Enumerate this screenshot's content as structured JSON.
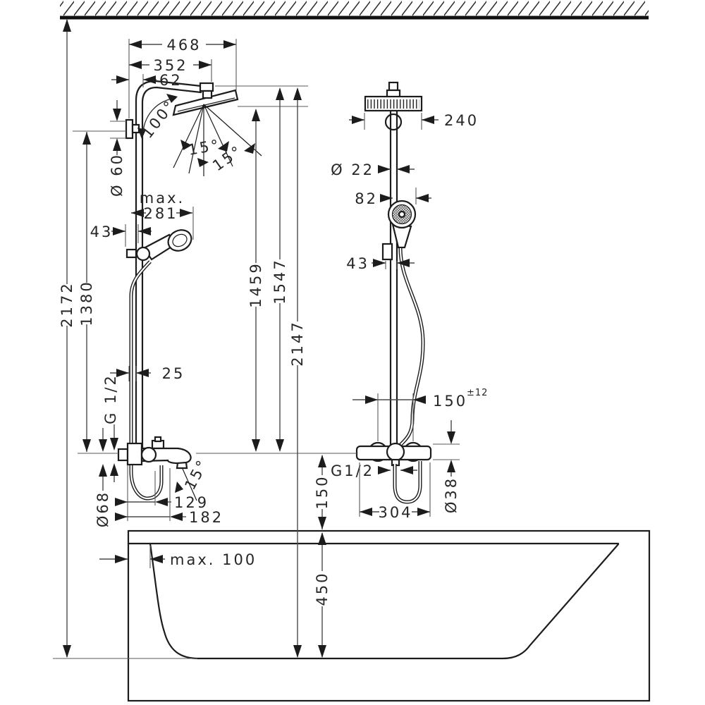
{
  "drawing": {
    "kind": "shower system installation dimension drawing",
    "dims": {
      "left": {
        "total_width": "468",
        "arm_reach": "352",
        "top_offset": "62",
        "head_angle": "100°",
        "bracket_escutcheon_dia": "Ø 60",
        "spray_angle_left": "15°",
        "spray_angle_right": "15°",
        "reach_max_label": "max.",
        "reach_max_value": "281",
        "holder_offset": "43",
        "bar_height": "1380",
        "total_height": "2172",
        "spray_face_height": "1459",
        "head_top_height": "1547",
        "head_clearance": "2147",
        "wall_clearance": "25",
        "supply_thread": "G 1/2",
        "valve_escutcheon_dia": "Ø68",
        "spout_inner_reach": "129",
        "spout_reach": "182",
        "spout_angle": "15°"
      },
      "right": {
        "head_width": "240",
        "pipe_dia": "Ø 22",
        "handshower_dia": "82",
        "holder_width": "43",
        "supply_distance_value": "150",
        "supply_distance_tolerance": "±12",
        "hose_thread": "G1/2",
        "valve_above_rim": "150",
        "valve_width": "304",
        "valve_body_dia": "Ø38"
      },
      "tub": {
        "depth": "450",
        "ledge_max": "max. 100"
      }
    }
  }
}
